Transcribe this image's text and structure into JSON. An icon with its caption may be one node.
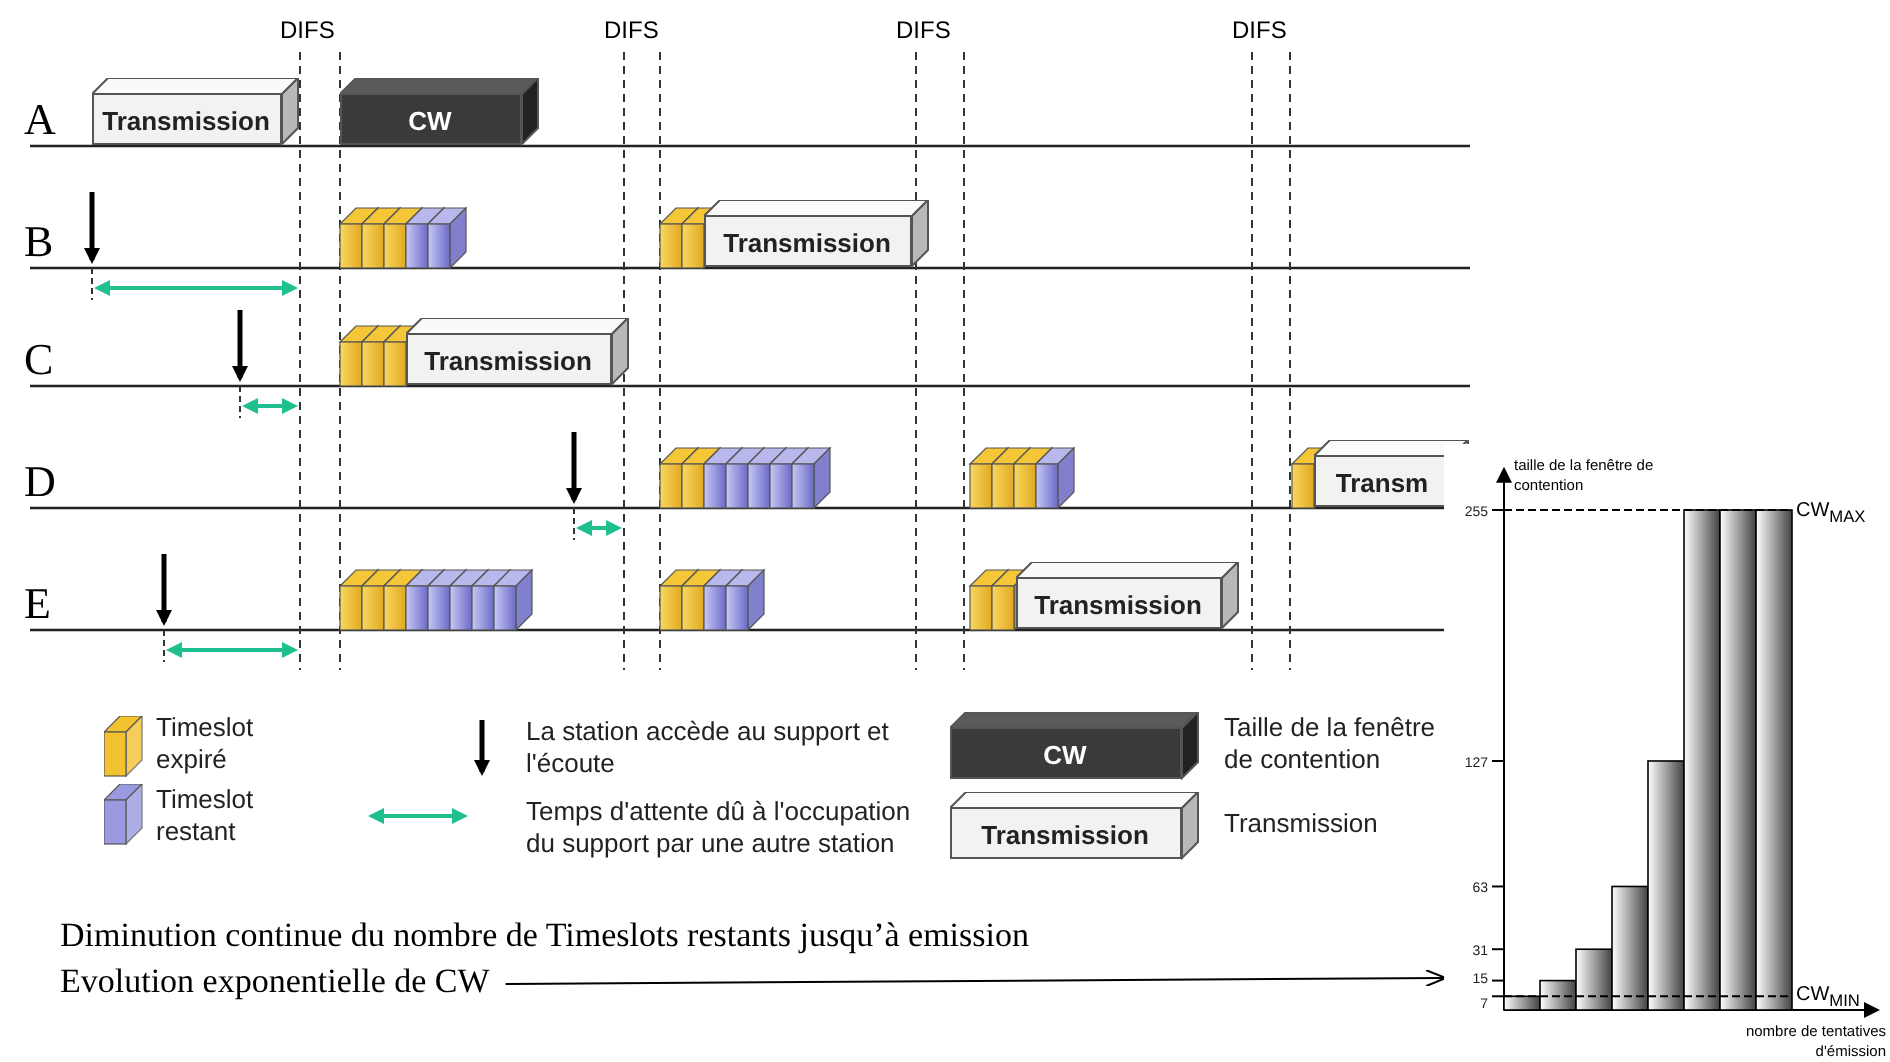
{
  "diagram": {
    "nodes": [
      {
        "text": [
          "Transmission"
        ]
      },
      {
        "text": [
          "CW"
        ]
      },
      {
        "text": [
          "Transmission"
        ]
      },
      {
        "text": [
          "Transmission"
        ]
      },
      {
        "text": [
          "Transm"
        ]
      },
      {
        "text": [
          "Transmission"
        ]
      },
      {
        "text": [
          "Evolution exponentielle de CW"
        ]
      },
      {
        "text": [],
        "shape": "picture"
      },
      {
        "text": [
          "CW"
        ]
      },
      {
        "text": [
          "Transmission"
        ]
      }
    ],
    "edges": [
      {
        "from": 6,
        "to": 7,
        "arrow": "to"
      }
    ],
    "labels": [
      "A",
      "B",
      "C",
      "D",
      "E",
      "DIFS",
      "DIFS",
      "DIFS",
      "DIFS",
      "Diminution continue du nombre de Timeslots restants  jusqu’à emission"
    ],
    "legend": [
      {
        "text": "Timeslot expiré",
        "color": "#f2c230"
      },
      {
        "text": "Timeslot restant",
        "color": "#9a9ae0"
      },
      {
        "text": "La station accède au support et l'écoute"
      },
      {
        "text": "Temps d'attente dû à l'occupation du support par une autre station"
      },
      {
        "text": "Taille de la fenêtre de contention"
      },
      {
        "text": "Transmission"
      }
    ],
    "chart_data": {
      "type": "bar",
      "xlabel": "nombre de tentatives d'émission",
      "ylabel": "taille de la fenêtre de contention",
      "values": [
        7,
        15,
        31,
        63,
        127,
        255,
        255,
        255
      ],
      "yticks": [
        7,
        15,
        31,
        63,
        127,
        255
      ],
      "ylim": [
        0,
        275
      ],
      "annotations": [
        "CW$_{MAX}$",
        "CW$_{MIN}$"
      ]
    }
  }
}
